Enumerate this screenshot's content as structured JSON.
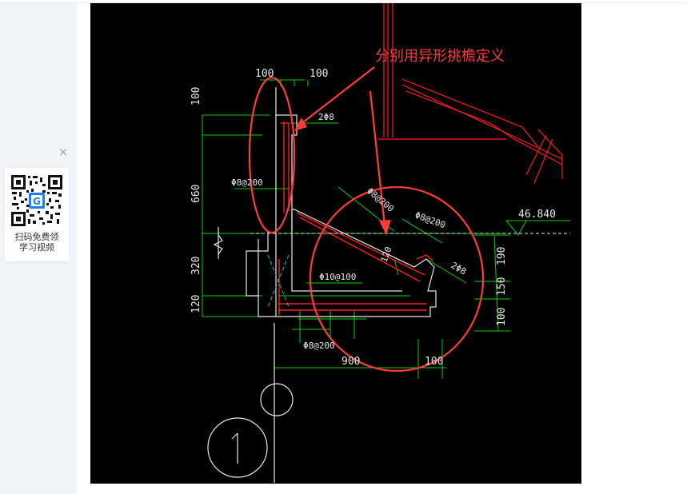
{
  "sidebar": {
    "close_glyph": "×",
    "qr_caption_line1": "扫码免费领",
    "qr_caption_line2": "学习视频"
  },
  "drawing": {
    "annotation": "分别用异形挑檐定义",
    "dim_top_left": "100",
    "dim_top_right": "100",
    "dim_left_100": "100",
    "dim_left_660": "660",
    "dim_left_320": "320",
    "dim_left_120": "120",
    "dim_right_190": "190",
    "dim_right_150": "150",
    "dim_right_100": "100",
    "dim_bottom_900": "900",
    "dim_bottom_100": "100",
    "rebar_2phi8_top": "2Φ8",
    "rebar_phi8_200_left": "Φ8@200",
    "rebar_phi8_200_slope1": "Φ8@200",
    "rebar_phi8_200_slope2": "Φ8@200",
    "rebar_2phi8_right": "2Φ8",
    "rebar_phi10_100": "Φ10@100",
    "rebar_phi8_200_bottom": "Φ8@200",
    "elevation": "46.840",
    "slope_mark": "120",
    "section_number": "1",
    "colors": {
      "annotation_red": "#ff3b3b",
      "cad_green": "#00d200",
      "cad_white": "#e8e8e8",
      "cad_red": "#ff1a1a",
      "cad_cyan": "#00c8c8"
    }
  }
}
